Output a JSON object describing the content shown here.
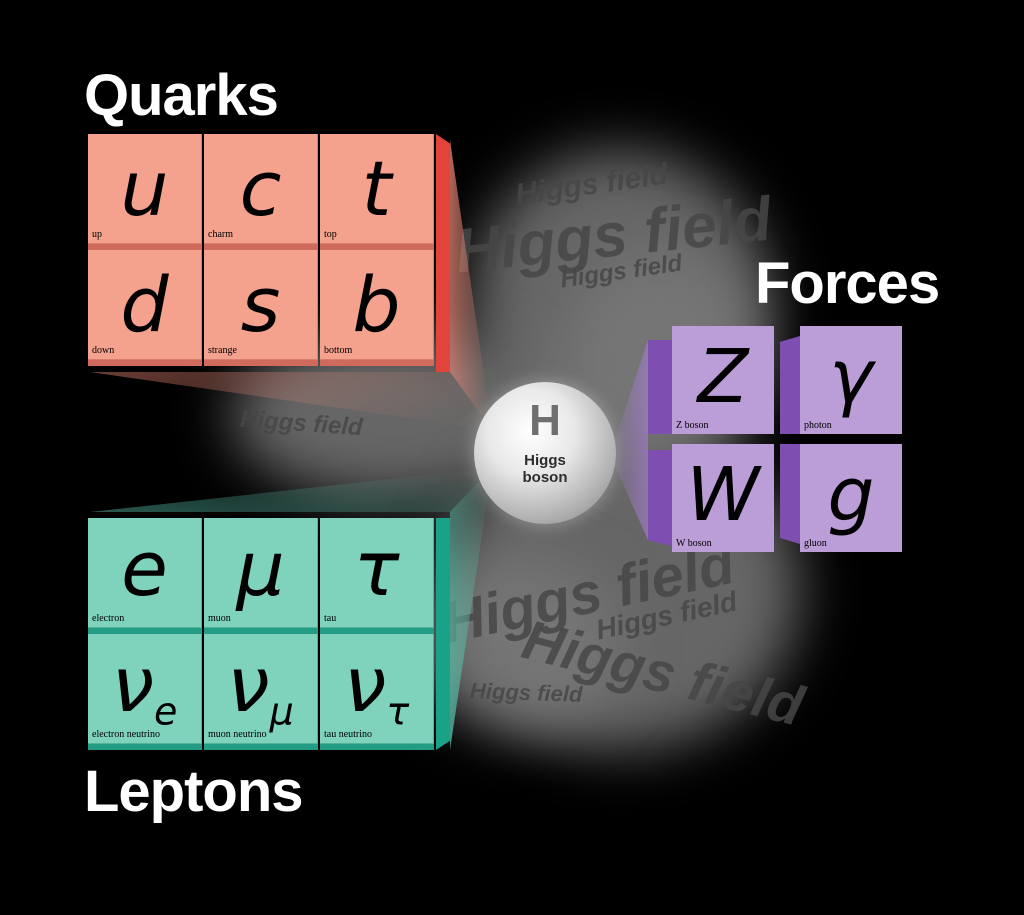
{
  "groups": {
    "quarks_title": "Quarks",
    "leptons_title": "Leptons",
    "forces_title": "Forces"
  },
  "field_word": "Higgs field",
  "quarks": [
    {
      "symbol": "u",
      "sub": "",
      "name": "up"
    },
    {
      "symbol": "c",
      "sub": "",
      "name": "charm"
    },
    {
      "symbol": "t",
      "sub": "",
      "name": "top"
    },
    {
      "symbol": "d",
      "sub": "",
      "name": "down"
    },
    {
      "symbol": "s",
      "sub": "",
      "name": "strange"
    },
    {
      "symbol": "b",
      "sub": "",
      "name": "bottom"
    }
  ],
  "leptons": [
    {
      "symbol": "e",
      "sub": "",
      "name": "electron"
    },
    {
      "symbol": "μ",
      "sub": "",
      "name": "muon"
    },
    {
      "symbol": "τ",
      "sub": "",
      "name": "tau"
    },
    {
      "symbol": "ν",
      "sub": "e",
      "name": "electron neutrino"
    },
    {
      "symbol": "ν",
      "sub": "μ",
      "name": "muon neutrino"
    },
    {
      "symbol": "ν",
      "sub": "τ",
      "name": "tau neutrino"
    }
  ],
  "forces": [
    {
      "symbol": "Z",
      "name": "Z boson"
    },
    {
      "symbol": "γ",
      "name": "photon"
    },
    {
      "symbol": "W",
      "name": "W boson"
    },
    {
      "symbol": "g",
      "name": "gluon"
    }
  ],
  "higgs": {
    "symbol": "H",
    "label": "Higgs\nboson"
  },
  "colors": {
    "quark_face": "#f4a18e",
    "quark_side": "#e2433b",
    "lepton_face": "#7fd3bd",
    "lepton_side": "#1aa288",
    "force_face": "#bb9ed8",
    "force_side": "#7e4fb0",
    "background": "#000000"
  }
}
